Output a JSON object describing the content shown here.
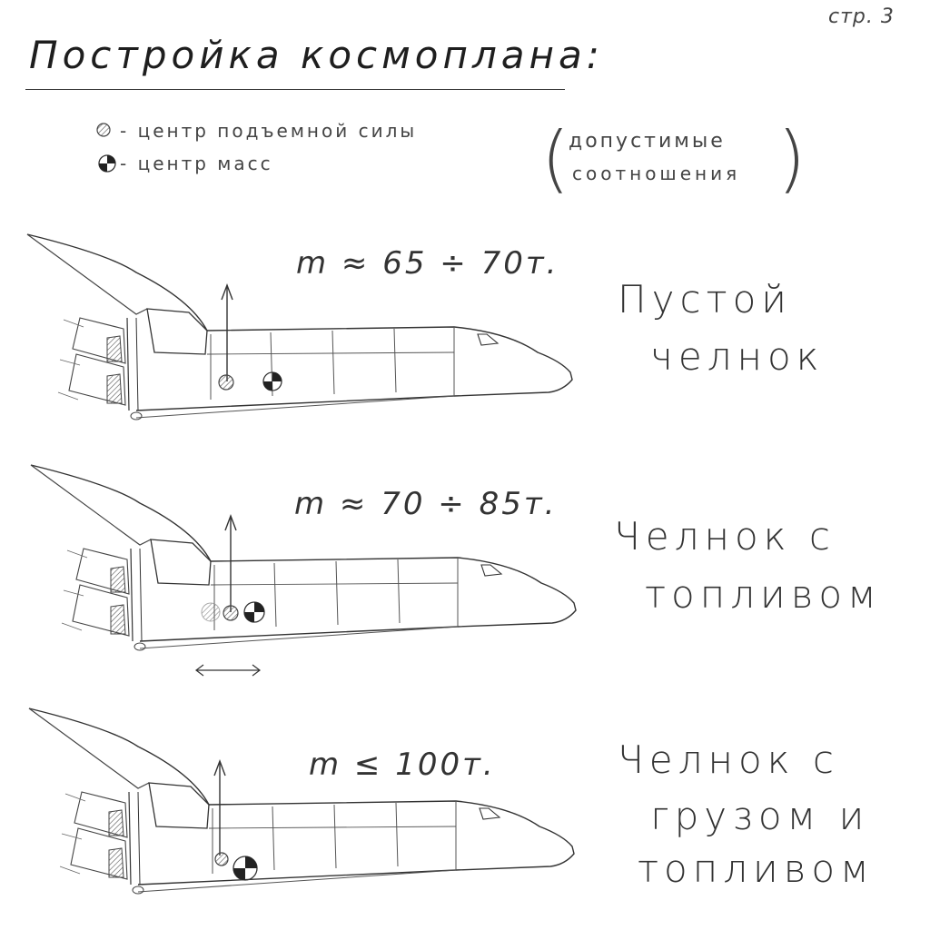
{
  "page_label": "стр. 3",
  "title": "Постройка космоплана:",
  "legend": {
    "lift_center": "- центр подъемной силы",
    "mass_center": "- центр масс",
    "note_line1": "допустимые",
    "note_line2": "соотношения"
  },
  "configurations": [
    {
      "mass_text": "m ≈ 65 ÷ 70т.",
      "caption_lines": [
        "Пустой",
        "челнок"
      ]
    },
    {
      "mass_text": "m ≈ 70 ÷ 85т.",
      "caption_lines": [
        "Челнок с",
        "топливом"
      ]
    },
    {
      "mass_text": "m ≤ 100т.",
      "caption_lines": [
        "Челнок с",
        "грузом и",
        "топливом"
      ]
    }
  ],
  "colors": {
    "ink": "#1e1e1e",
    "pencil": "#555555",
    "paper": "#ffffff"
  }
}
